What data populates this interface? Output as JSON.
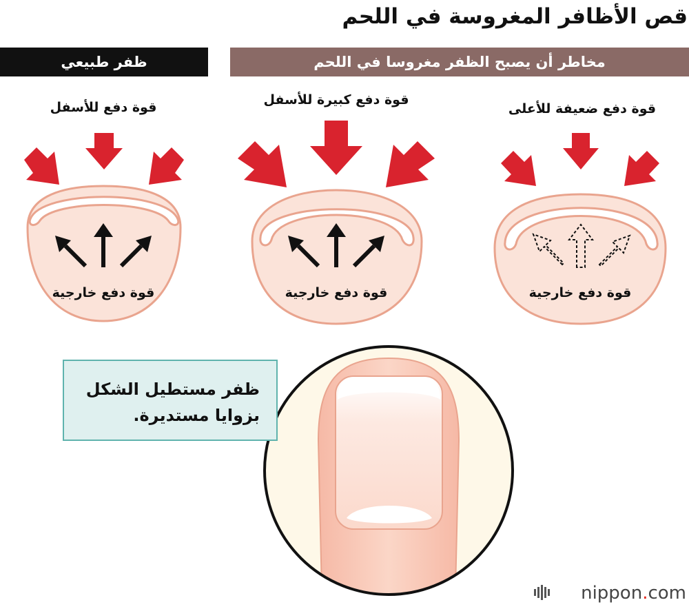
{
  "title": "قص الأظافر المغروسة في اللحم",
  "headers": {
    "natural": "ظفر طبيعي",
    "risks": "مخاطر أن يصبح الظفر مغروسا في اللحم"
  },
  "panels": [
    {
      "id": "natural",
      "force_label": "قوة دفع للأسفل",
      "push_label": "قوة دفع خارجية",
      "arrow_style": "solid"
    },
    {
      "id": "strong",
      "force_label": "قوة دفع كبيرة للأسفل",
      "push_label": "قوة دفع خارجية",
      "arrow_style": "solid"
    },
    {
      "id": "weak",
      "force_label": "قوة دفع ضعيفة للأعلى",
      "push_label": "قوة دفع خارجية",
      "arrow_style": "dashed"
    }
  ],
  "note": {
    "line1": "ظفر مستطيل الشكل",
    "line2": "بزوايا مستديرة."
  },
  "logo": {
    "name": "nippon",
    "dot": ".",
    "tld": "com"
  },
  "colors": {
    "red_arrow": "#d9232e",
    "skin": "#fbe3d9",
    "header_dark": "#111111",
    "header_brown": "#8a6a66",
    "note_bg": "#dff0ef",
    "note_border": "#5fb3ad"
  }
}
